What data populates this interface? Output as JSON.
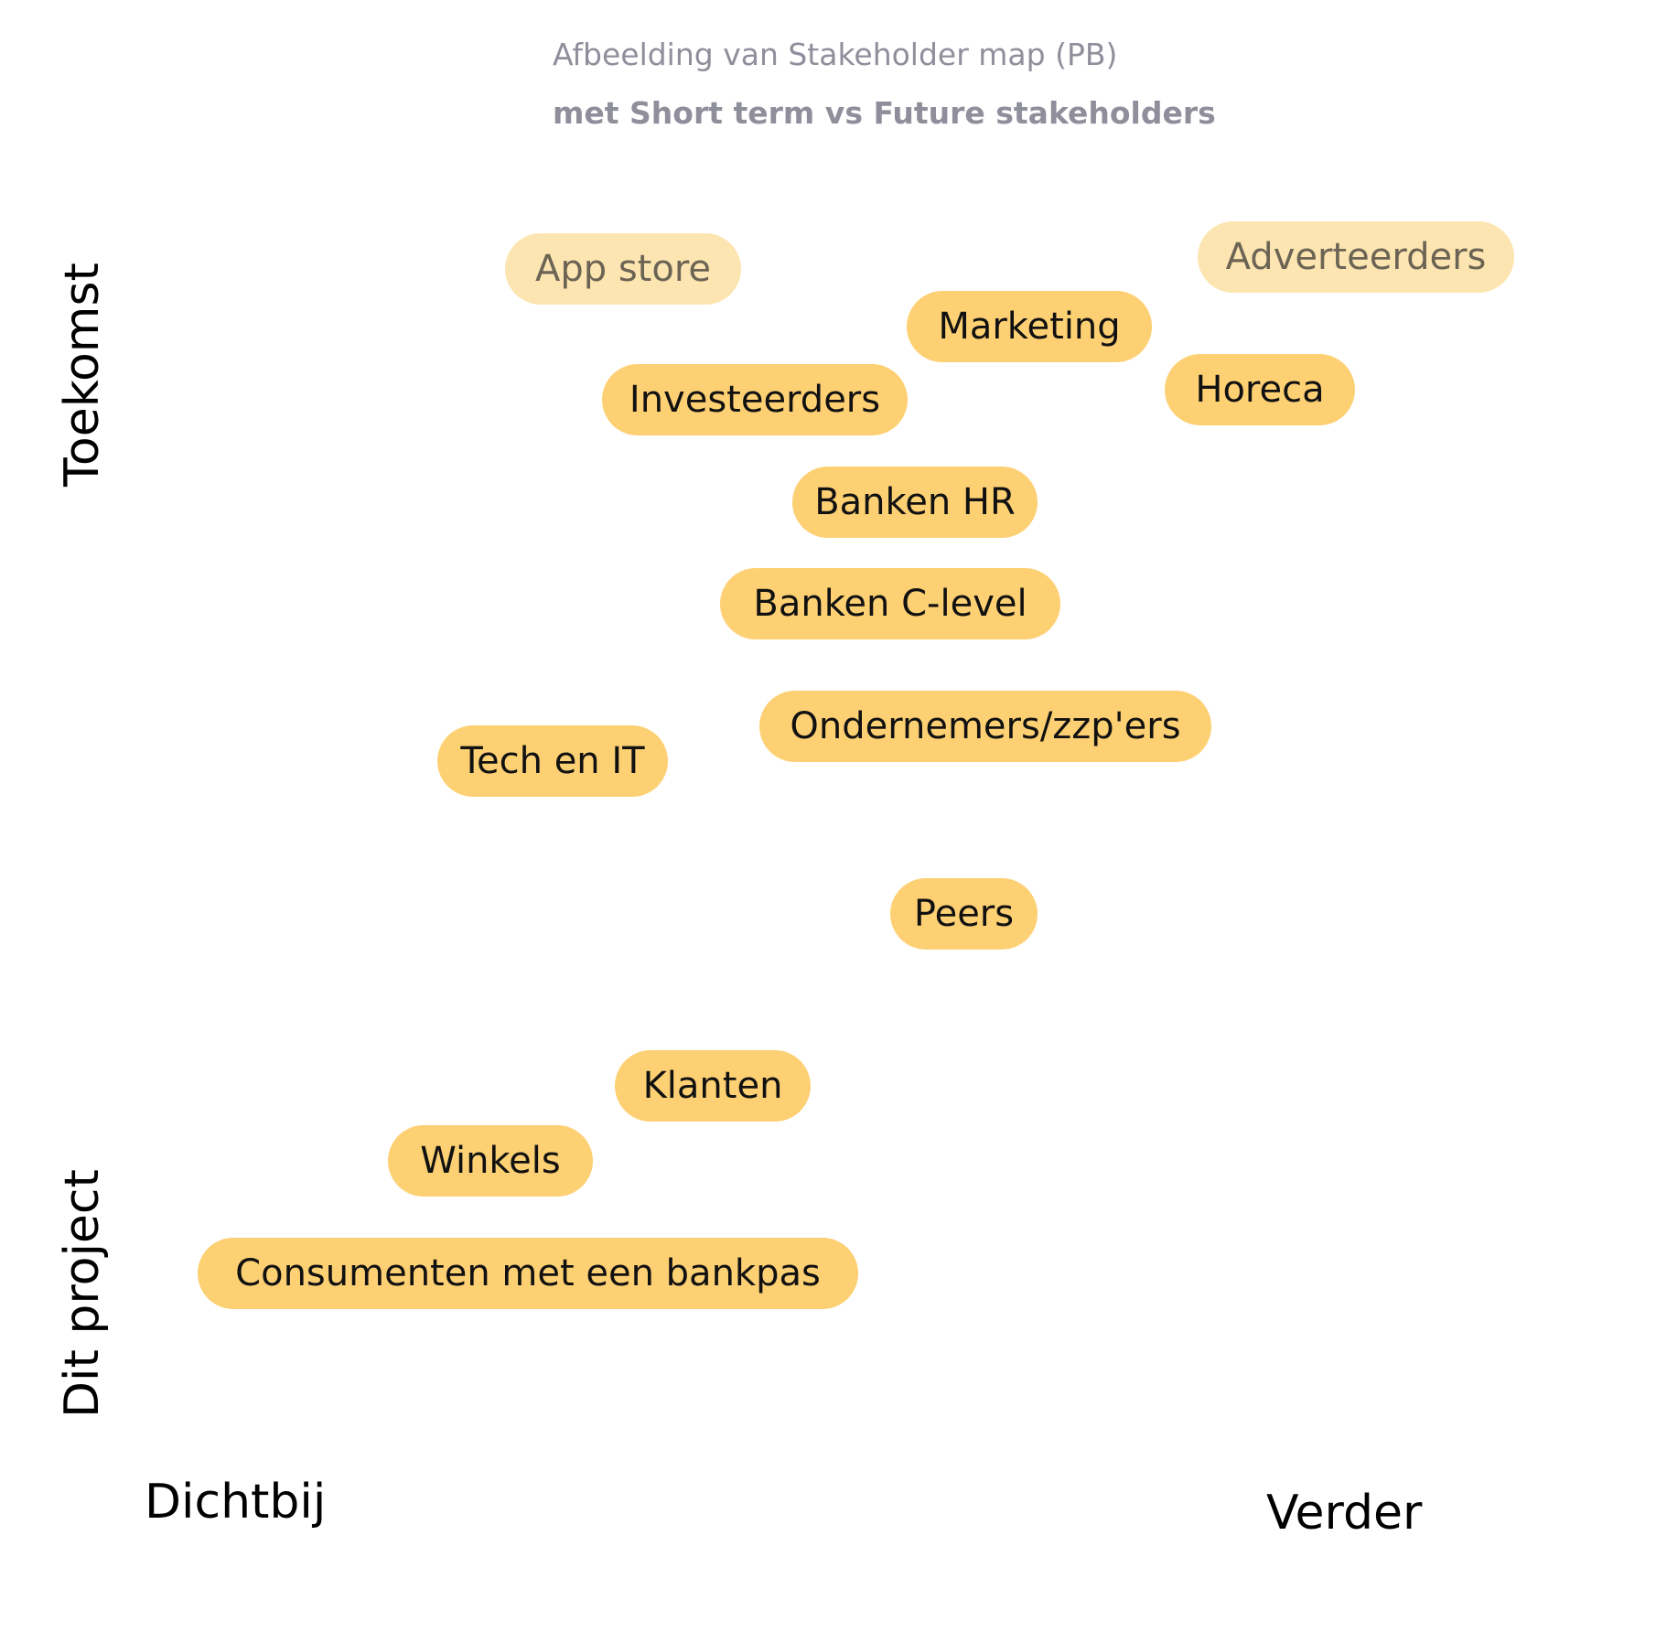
{
  "title": {
    "line1": "Afbeelding van Stakeholder map (PB)",
    "line2": "met Short term vs Future stakeholders"
  },
  "axes": {
    "y_top": "Toekomst",
    "y_bottom": "Dit project",
    "x_left": "Dichtbij",
    "x_right": "Verder"
  },
  "colors": {
    "chip": "#fdd073",
    "chip_text": "#111111",
    "faded_chip": "#fde5b1",
    "faded_text": "#6b6454",
    "title_text": "#8f8f9c"
  },
  "stakeholders": [
    {
      "label": "App store",
      "style": "faded"
    },
    {
      "label": "Adverteerders",
      "style": "faded"
    },
    {
      "label": "Marketing",
      "style": "normal"
    },
    {
      "label": "Investeerders",
      "style": "normal"
    },
    {
      "label": "Horeca",
      "style": "normal"
    },
    {
      "label": "Banken HR",
      "style": "normal"
    },
    {
      "label": "Banken C-level",
      "style": "normal"
    },
    {
      "label": "Ondernemers/zzp'ers",
      "style": "normal"
    },
    {
      "label": "Tech en IT",
      "style": "normal"
    },
    {
      "label": "Peers",
      "style": "normal"
    },
    {
      "label": "Klanten",
      "style": "normal"
    },
    {
      "label": "Winkels",
      "style": "normal"
    },
    {
      "label": "Consumenten met een bankpas",
      "style": "normal"
    }
  ]
}
